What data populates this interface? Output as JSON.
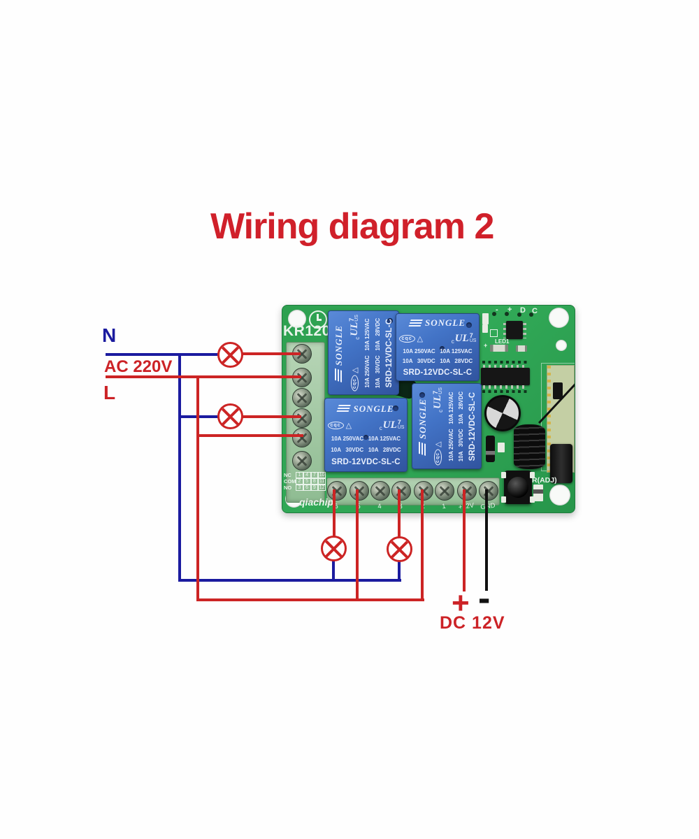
{
  "title": "Wiring diagram 2",
  "ac": {
    "n_label": "N",
    "voltage_label": "AC 220V",
    "l_label": "L"
  },
  "dc": {
    "plus_label": "+",
    "minus_label": "-",
    "label": "DC 12V"
  },
  "board": {
    "model": "KR1204",
    "brand": "qiachip",
    "led_label": "LED1",
    "radj_label": "R(ADJ)",
    "plus_mark": "+",
    "top_pin_labels": [
      "-",
      "+",
      "D",
      "C"
    ],
    "contact_table": {
      "rows": [
        {
          "name": "NC",
          "cells": [
            "1",
            "4",
            "7",
            "10"
          ]
        },
        {
          "name": "COM",
          "cells": [
            "2",
            "5",
            "8",
            "11"
          ]
        },
        {
          "name": "NO",
          "cells": [
            "3",
            "6",
            "9",
            "12"
          ]
        }
      ]
    },
    "bottom_terminal_labels": [
      "6",
      "5",
      "4",
      "3",
      "2",
      "1",
      "+12V",
      "GND"
    ],
    "relay": {
      "brand": "SONGLE",
      "cqc": "cqc",
      "triangle": "△",
      "ul_c": "c",
      "ul_mark": "UL",
      "ul_number": "7",
      "ul_us": "US",
      "ratings_row1": "10A 250VAC   10A 125VAC",
      "ratings_row2": "10A   30VDC   10A   28VDC",
      "model": "SRD-12VDC-SL-C"
    }
  },
  "colors": {
    "title_red": "#d0202a",
    "wire_red": "#cc2424",
    "wire_blue": "#1b1b9f",
    "wire_black": "#111111",
    "pcb_green": "#2ea050",
    "relay_blue": "#4273c6"
  }
}
